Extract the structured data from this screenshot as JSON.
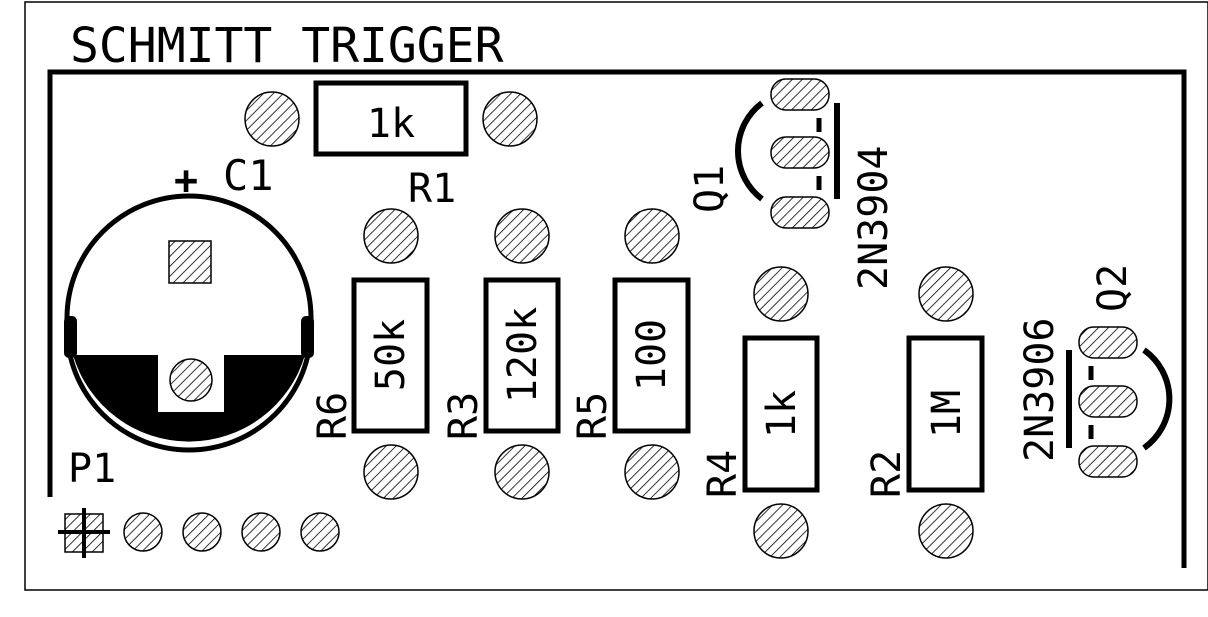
{
  "board": {
    "title": "SCHMITT TRIGGER"
  },
  "capacitor": {
    "designator": "C1",
    "polarity": "+"
  },
  "resistors": [
    {
      "ref": "R1",
      "value": "1k"
    },
    {
      "ref": "R6",
      "value": "50k"
    },
    {
      "ref": "R3",
      "value": "120k"
    },
    {
      "ref": "R5",
      "value": "100"
    },
    {
      "ref": "R4",
      "value": "1k"
    },
    {
      "ref": "R2",
      "value": "1M"
    }
  ],
  "transistors": [
    {
      "ref": "Q1",
      "part": "2N3904"
    },
    {
      "ref": "Q2",
      "part": "2N3906"
    }
  ],
  "connector": {
    "designator": "P1"
  },
  "colors": {
    "silkscreen": "#000000",
    "board": "#ffffff"
  }
}
